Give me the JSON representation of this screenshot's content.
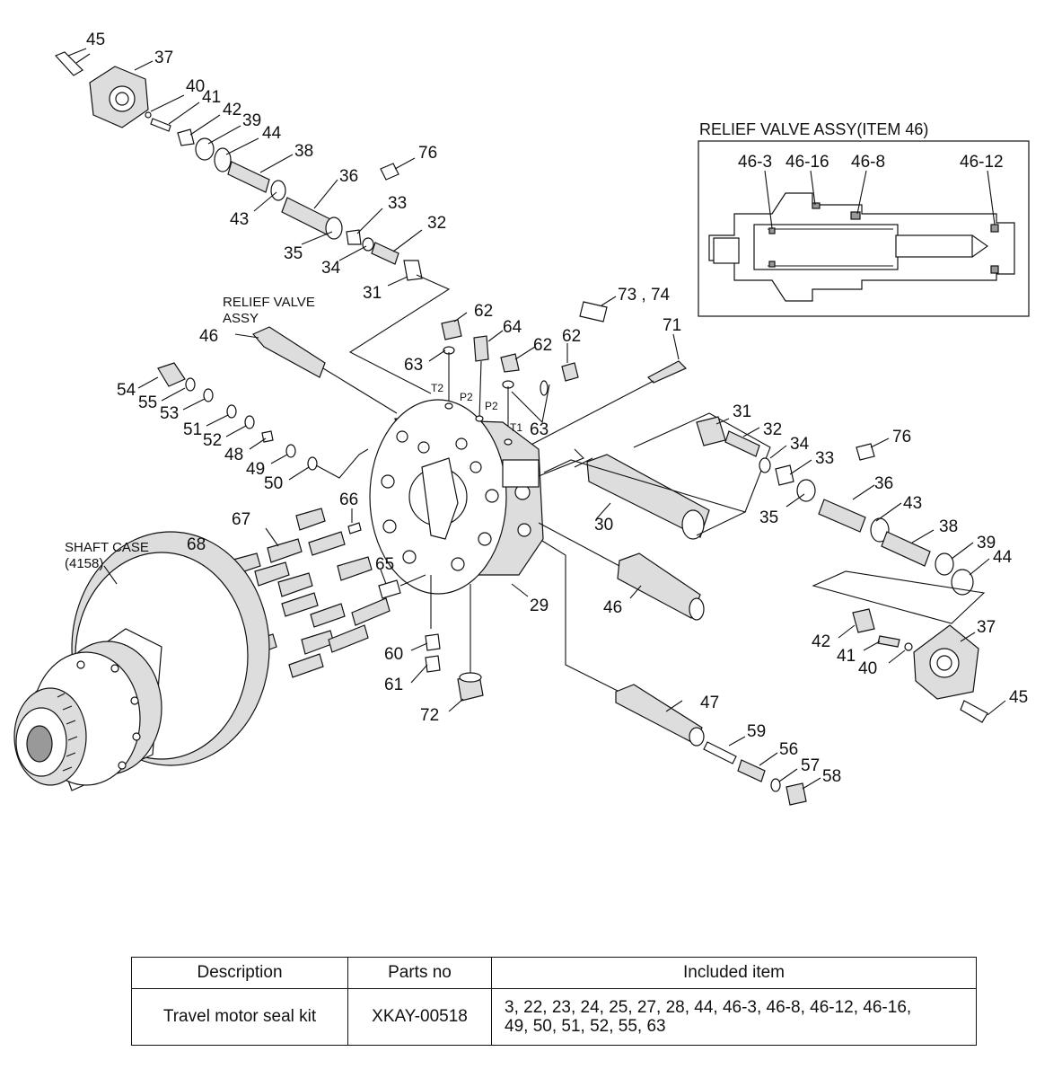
{
  "labels": {
    "p45a": "45",
    "p37a": "37",
    "p40a": "40",
    "p41a": "41",
    "p42a": "42",
    "p39a": "39",
    "p44a": "44",
    "p38a": "38",
    "p36a": "36",
    "p43a": "43",
    "p35a": "35",
    "p33a": "33",
    "p34a": "34",
    "p32a": "32",
    "p31a": "31",
    "p76a": "76",
    "p73_74": "73 , 74",
    "p71": "71",
    "p62a": "62",
    "p64": "64",
    "p62b": "62",
    "p62c": "62",
    "p63a": "63",
    "p63b": "63",
    "p46a": "46",
    "relief_valve": "RELIEF VALVE",
    "assy": "ASSY",
    "p54": "54",
    "p55": "55",
    "p53": "53",
    "p51": "51",
    "p52": "52",
    "p48": "48",
    "p49": "49",
    "p50": "50",
    "p66": "66",
    "p67": "67",
    "p68": "68",
    "p65": "65",
    "p60": "60",
    "p61": "61",
    "p72": "72",
    "p29": "29",
    "p30": "30",
    "p46b": "46",
    "p47": "47",
    "p59": "59",
    "p56": "56",
    "p57": "57",
    "p58": "58",
    "p31b": "31",
    "p32b": "32",
    "p34b": "34",
    "p33b": "33",
    "p76b": "76",
    "p35b": "35",
    "p36b": "36",
    "p43b": "43",
    "p38b": "38",
    "p39b": "39",
    "p44b": "44",
    "p37b": "37",
    "p42b": "42",
    "p41b": "41",
    "p40b": "40",
    "p45b": "45",
    "shaft_case": "SHAFT CASE",
    "shaft_case_no": "(4158)",
    "port_t2": "T2",
    "port_p2a": "P2",
    "port_p2b": "P2",
    "port_t1": "T1"
  },
  "inset": {
    "title": "RELIEF VALVE ASSY(ITEM 46)",
    "labels": [
      "46-3",
      "46-16",
      "46-8",
      "46-12"
    ]
  },
  "table": {
    "headers": [
      "Description",
      "Parts no",
      "Included item"
    ],
    "rows": [
      {
        "description": "Travel motor seal kit",
        "parts_no": "XKAY-00518",
        "included_line1": "3, 22, 23, 24, 25, 27, 28, 44, 46-3, 46-8, 46-12, 46-16,",
        "included_line2": "49, 50, 51, 52, 55, 63"
      }
    ]
  }
}
